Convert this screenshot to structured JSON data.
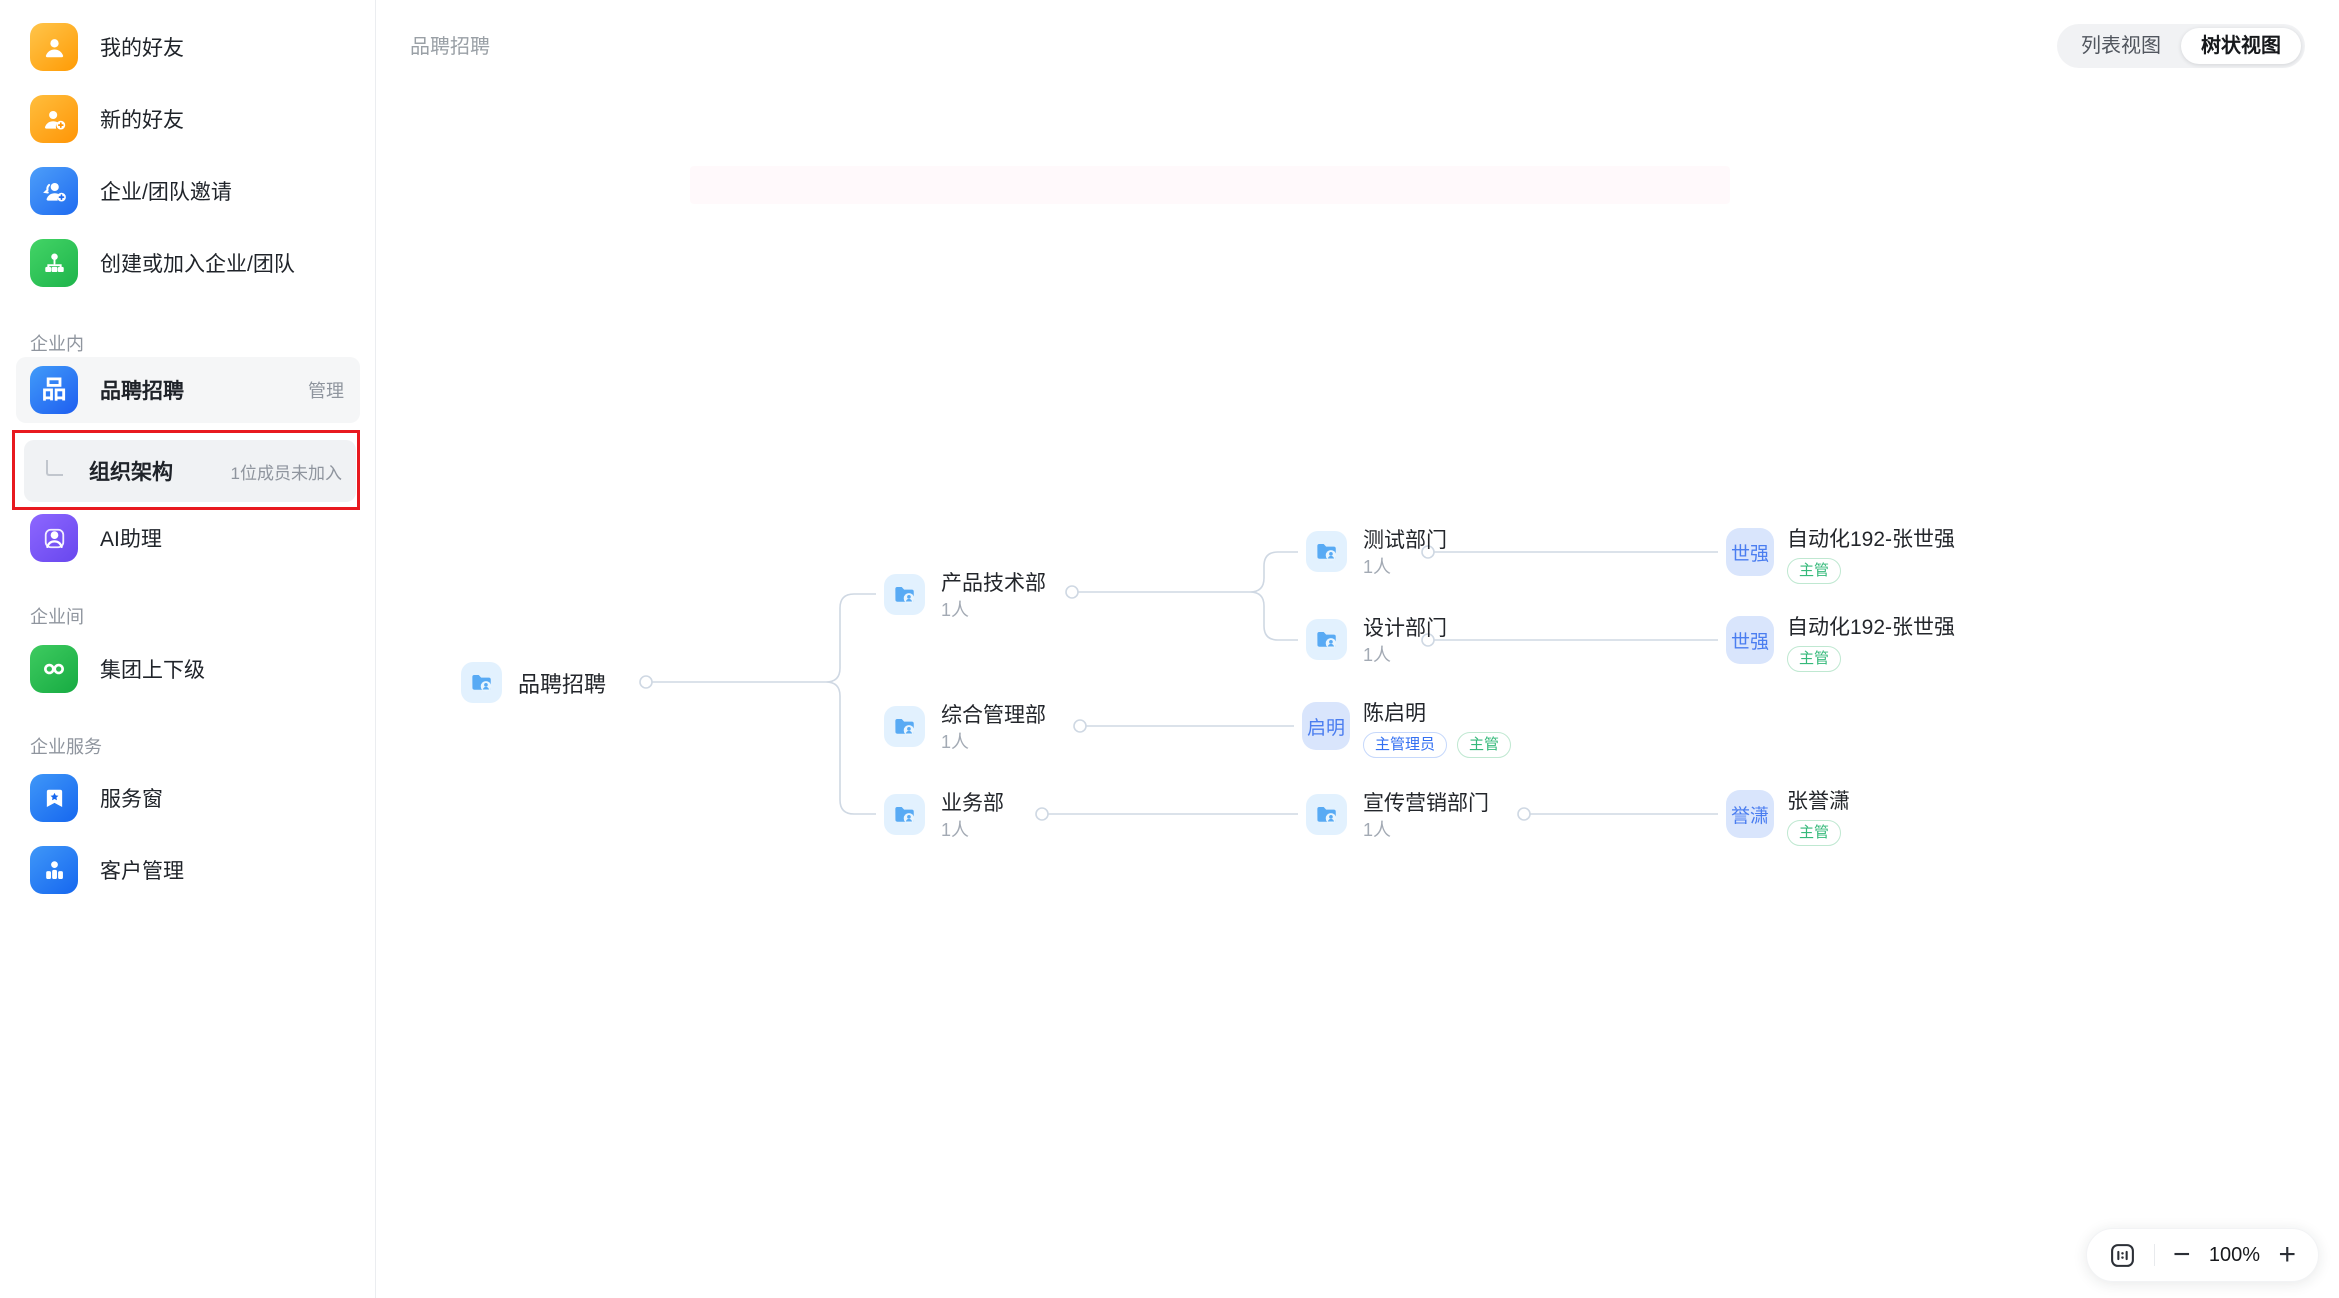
{
  "sidebar": {
    "top_items": [
      {
        "label": "我的好友"
      },
      {
        "label": "新的好友"
      },
      {
        "label": "企业/团队邀请"
      },
      {
        "label": "创建或加入企业/团队"
      }
    ],
    "section_company": "企业内",
    "company_app": {
      "label": "品聘招聘",
      "icon_char": "品",
      "right": "管理"
    },
    "org_item": {
      "label": "组织架构",
      "right": "1位成员未加入"
    },
    "ai_item": {
      "label": "AI助理"
    },
    "section_inter": "企业间",
    "inter_item": {
      "label": "集团上下级"
    },
    "section_services": "企业服务",
    "service_items": [
      {
        "label": "服务窗"
      },
      {
        "label": "客户管理"
      }
    ]
  },
  "header": {
    "breadcrumb": "品聘招聘",
    "view_toggle": {
      "list": "列表视图",
      "tree": "树状视图",
      "active": "树状视图"
    }
  },
  "org_tree": {
    "root": {
      "name": "品聘招聘"
    },
    "departments": [
      {
        "name": "产品技术部",
        "count": "1人"
      },
      {
        "name": "综合管理部",
        "count": "1人"
      },
      {
        "name": "业务部",
        "count": "1人"
      },
      {
        "name": "测试部门",
        "count": "1人"
      },
      {
        "name": "设计部门",
        "count": "1人"
      },
      {
        "name": "宣传营销部门",
        "count": "1人"
      }
    ],
    "members": [
      {
        "avatar": "世强",
        "name": "自动化192-张世强",
        "badges": [
          "主管"
        ]
      },
      {
        "avatar": "世强",
        "name": "自动化192-张世强",
        "badges": [
          "主管"
        ]
      },
      {
        "avatar": "启明",
        "name": "陈启明",
        "badges": [
          "主管理员",
          "主管"
        ]
      },
      {
        "avatar": "誉潇",
        "name": "张誉潇",
        "badges": [
          "主管"
        ]
      }
    ]
  },
  "zoom_toolbar": {
    "zoom_level": "100%",
    "minus": "−",
    "plus": "+"
  },
  "colors": {
    "accent_blue": "#1f6bf0",
    "badge_green": "#35b97a",
    "badge_blue": "#3370f2",
    "annotation_red": "#e8191f",
    "connector_line": "#cfd8e3",
    "avatar_bg": "#d9e5fc",
    "dept_icon_bg": "#e2f1fe"
  }
}
